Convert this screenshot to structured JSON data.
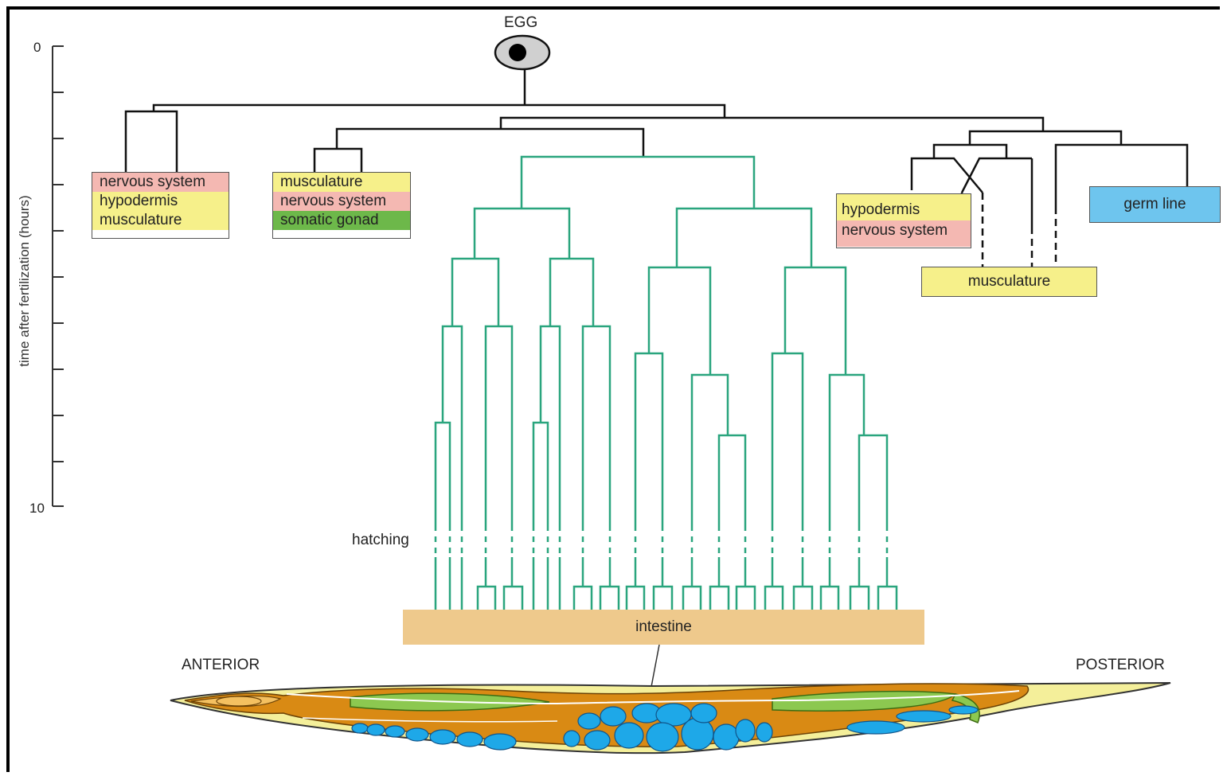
{
  "egg_label": "EGG",
  "axis": {
    "label": "time after fertilization (hours)",
    "tick_start": "0",
    "tick_end": "10"
  },
  "hatching_label": "hatching",
  "anterior_label": "ANTERIOR",
  "posterior_label": "POSTERIOR",
  "boxes": {
    "box1": [
      "nervous system",
      "hypodermis",
      "musculature"
    ],
    "box2": [
      "musculature",
      "nervous system",
      "somatic gonad"
    ],
    "box3": [
      "hypodermis",
      "nervous system"
    ],
    "box4": "musculature",
    "box5": "germ line",
    "intestine": "intestine"
  },
  "colors": {
    "nervous_system": "#f4b8b2",
    "hypodermis": "#f6f08a",
    "musculature": "#f6f08a",
    "somatic_gonad": "#6db84a",
    "germ_line": "#6ec5ee",
    "intestine_bar": "#eec98c",
    "intestine_lineage": "#2aa57e",
    "worm_body": "#f4ef9a",
    "worm_gut": "#d98a14",
    "worm_cells": "#1ea8e8",
    "worm_gonad": "#8cc850"
  }
}
